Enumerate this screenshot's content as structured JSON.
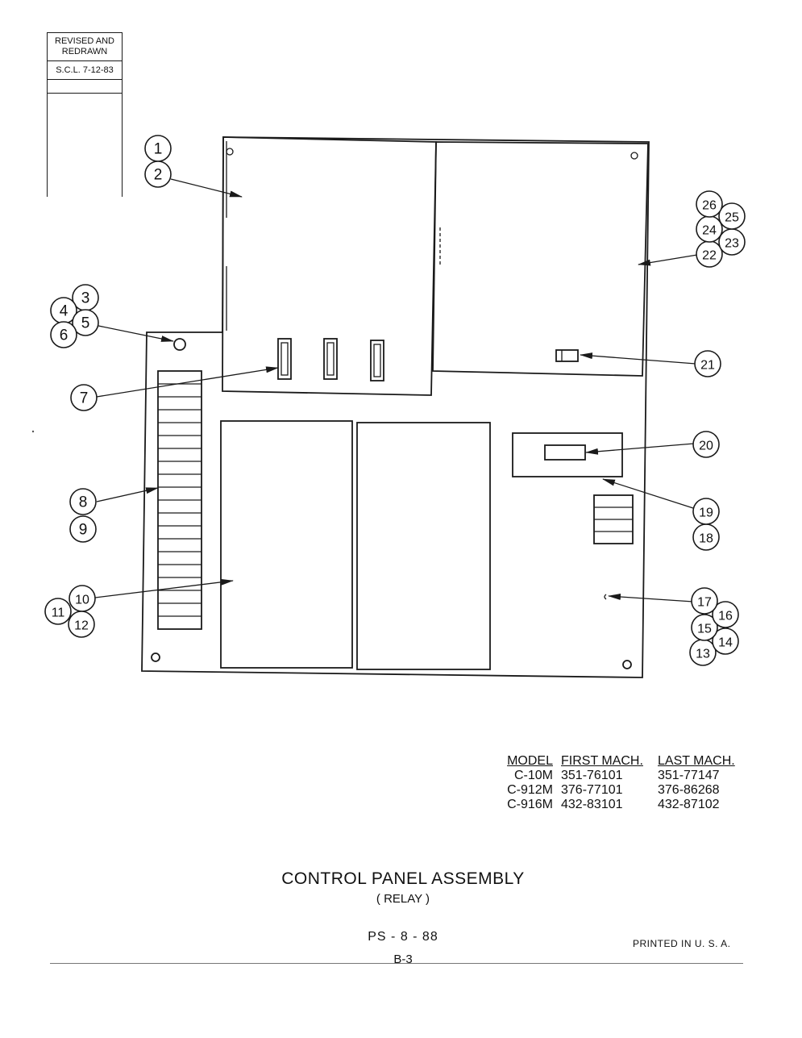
{
  "revision": {
    "line1": "REVISED  AND",
    "line2": "REDRAWN",
    "date": "S.C.L.  7-12-83"
  },
  "callouts": [
    "1",
    "2",
    "3",
    "4",
    "5",
    "6",
    "7",
    "8",
    "9",
    "10",
    "11",
    "12",
    "13",
    "14",
    "15",
    "16",
    "17",
    "18",
    "19",
    "20",
    "21",
    "22",
    "23",
    "24",
    "25",
    "26"
  ],
  "table": {
    "headers": {
      "model": "MODEL",
      "first": "FIRST MACH.",
      "last": "LAST MACH."
    },
    "rows": [
      {
        "model": "C-10M",
        "first": "351-76101",
        "last": "351-77147"
      },
      {
        "model": "C-912M",
        "first": "376-77101",
        "last": "376-86268"
      },
      {
        "model": "C-916M",
        "first": "432-83101",
        "last": "432-87102"
      }
    ]
  },
  "title": "CONTROL  PANEL  ASSEMBLY",
  "subtitle": "( RELAY )",
  "doc_number": "PS - 8 - 88",
  "page_number": "B-3",
  "printed": "PRINTED  IN  U. S. A."
}
